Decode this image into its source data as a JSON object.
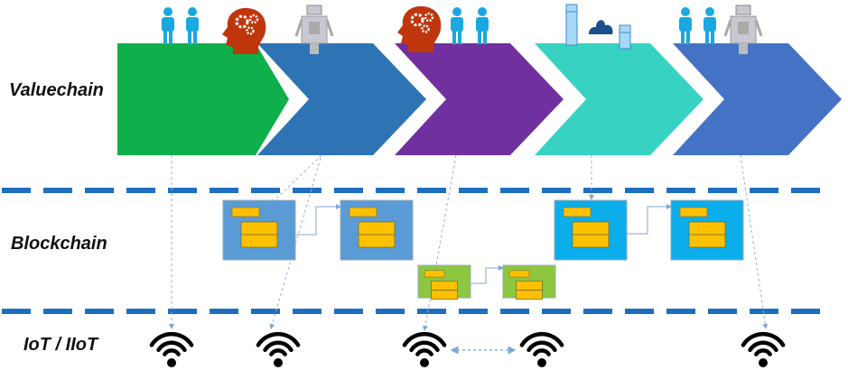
{
  "labels": {
    "valuechain": "Valuechain",
    "blockchain": "Blockchain",
    "iot": "IoT / IIoT"
  },
  "colors": {
    "chevrons": [
      "#0FAF4B",
      "#2E74B5",
      "#7030A0",
      "#37D2C2",
      "#4472C4"
    ],
    "dash": "#1F6FC0",
    "block_blue": "#5B9BD5",
    "block_cyan": "#0BAEEA",
    "block_green": "#8DC63F",
    "record": "#FFC000",
    "person": "#19A8E0",
    "head": "#C0360C"
  },
  "stages": [
    {
      "icons": [
        "person-icon",
        "person-icon",
        "gear-head-icon"
      ]
    },
    {
      "icons": [
        "robot-icon"
      ]
    },
    {
      "icons": [
        "gear-head-icon",
        "person-icon",
        "person-icon"
      ]
    },
    {
      "icons": [
        "server-icon",
        "cloud-icon",
        "server-icon"
      ]
    },
    {
      "icons": [
        "person-icon",
        "person-icon",
        "robot-icon"
      ]
    }
  ]
}
